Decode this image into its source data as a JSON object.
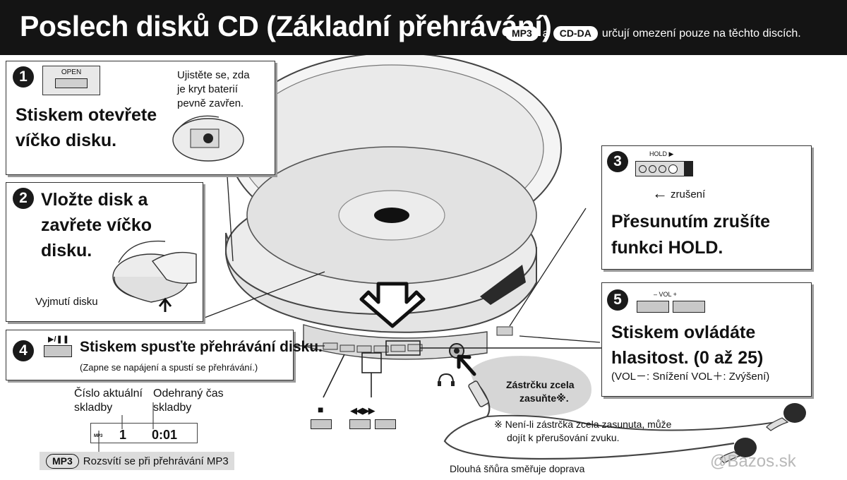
{
  "header": {
    "title": "Poslech disků CD (Základní přehrávání)",
    "badge_mp3": "MP3",
    "connector": "a",
    "badge_cdda": "CD-DA",
    "note": "určují omezení pouze na těchto discích."
  },
  "step1": {
    "number": "1",
    "button_label": "OPEN",
    "text_line1": "Stiskem otevřete",
    "text_line2": "víčko disku.",
    "battery_line1": "Ujistěte se, zda",
    "battery_line2": "je kryt baterií",
    "battery_line3": "pevně zavřen."
  },
  "step2": {
    "number": "2",
    "text_line1": "Vložte disk a",
    "text_line2": "zavřete víčko",
    "text_line3": "disku.",
    "remove_label": "Vyjmutí disku"
  },
  "step3": {
    "number": "3",
    "hold_label": "HOLD ▶",
    "cancel_label": "zrušení",
    "text_line1": "Přesunutím zrušíte",
    "text_line2": "funkci HOLD."
  },
  "step4": {
    "number": "4",
    "play_symbol": "▶/❚❚",
    "text": "Stiskem spusťte přehrávání disku.",
    "subtext": "(Zapne se napájení a spustí se přehrávání.)",
    "track_label_line1": "Číslo aktuální",
    "track_label_line2": "skladby",
    "time_label_line1": "Odehraný čas",
    "time_label_line2": "skladby",
    "display_mp3": "MP3",
    "display_track": "1",
    "display_time": "0:01",
    "mp3_badge": "MP3",
    "mp3_note": "Rozsvítí se při přehrávání MP3"
  },
  "step5": {
    "number": "5",
    "vol_label": "– VOL +",
    "text_line1": "Stiskem ovládáte",
    "text_line2": "hlasitost. (0 až 25)",
    "note": "(VOL－: Snížení VOL＋: Zvýšení)"
  },
  "controls": {
    "stop_symbol": "■",
    "skip_symbol": "◀◀ ▶▶"
  },
  "plug": {
    "bubble_line1": "Zástrčku zcela",
    "bubble_line2": "zasuňte※.",
    "warning_line1": "※ Není-li zástrčka zcela zasunuta, může",
    "warning_line2": "dojít k přerušování zvuku.",
    "cord_note": "Dlouhá šňůra směřuje doprava"
  },
  "watermark": "@Bazos.sk"
}
